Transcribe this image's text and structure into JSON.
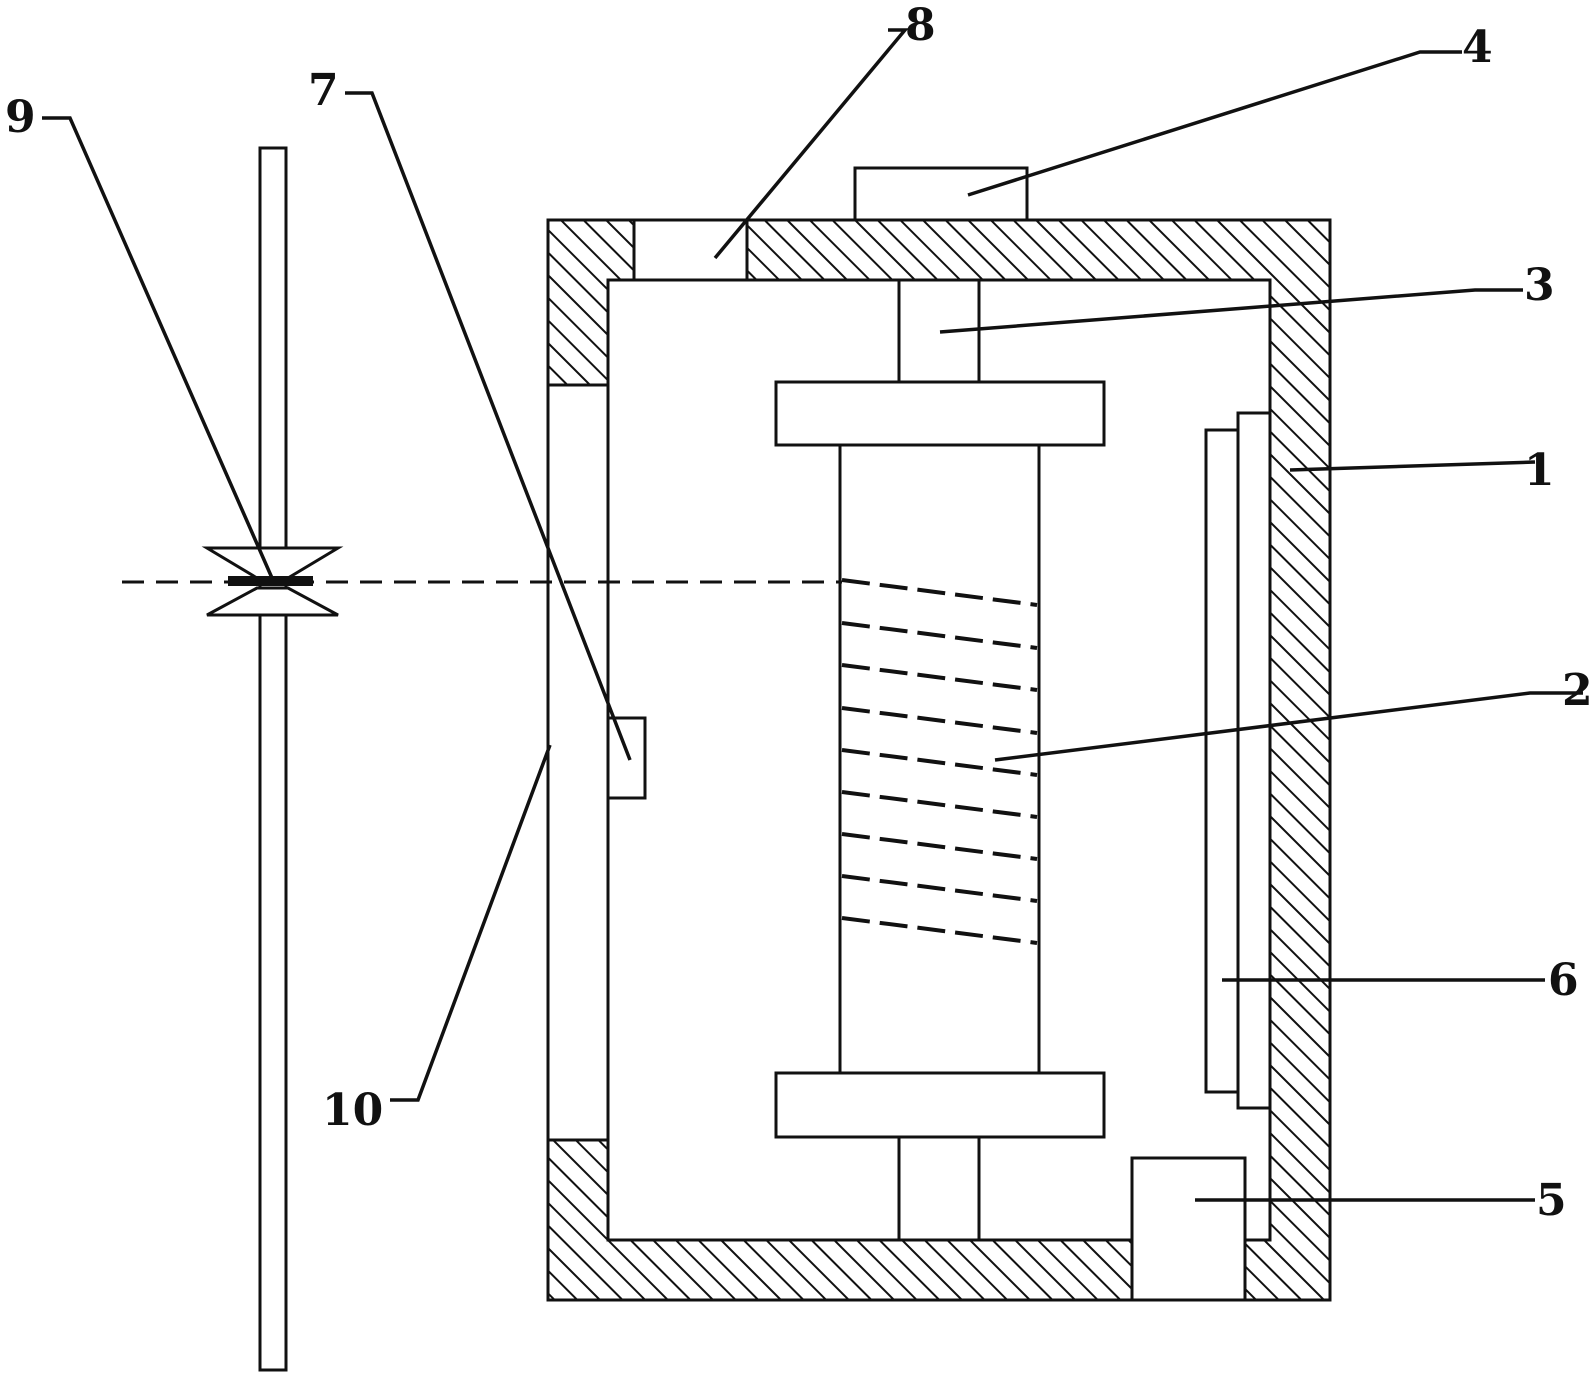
{
  "diagram": {
    "background": "#ffffff",
    "line_color": "#111111",
    "labels": {
      "l1": "1",
      "l2": "2",
      "l3": "3",
      "l4": "4",
      "l5": "5",
      "l6": "6",
      "l7": "7",
      "l8": "8",
      "l9": "9",
      "l10": "10"
    }
  }
}
